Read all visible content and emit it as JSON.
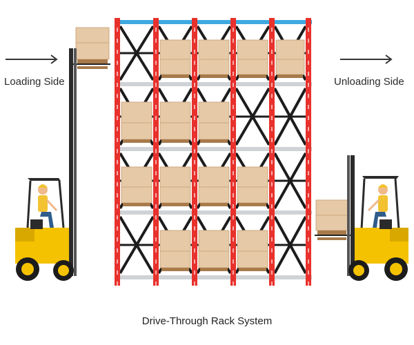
{
  "labels": {
    "loading": "Loading Side",
    "unloading": "Unloading Side",
    "caption": "Drive-Through Rack System"
  },
  "rack": {
    "levels": 4,
    "bays": 5,
    "loaded_bays_per_level": [
      [
        1,
        2,
        3,
        4
      ],
      [
        0,
        1,
        2
      ],
      [
        0,
        1,
        2,
        3
      ],
      [
        1,
        2,
        3
      ]
    ]
  },
  "colors": {
    "upright": "#e8312c",
    "bracing": "#1c1c1c",
    "beam": "#cfd3d6",
    "top_beam": "#3fa9e0",
    "carton": "#e6c9a6",
    "carton_dark": "#cfa882",
    "pallet": "#a87a4a",
    "forklift": "#f4c200",
    "forklift_dark": "#d9a800",
    "mast": "#2b2b2b",
    "worker_shirt": "#f2c230",
    "worker_pants": "#2f5d8c"
  },
  "icons": [
    "arrow-right-icon",
    "forklift-icon",
    "carton-icon",
    "pallet-icon"
  ]
}
